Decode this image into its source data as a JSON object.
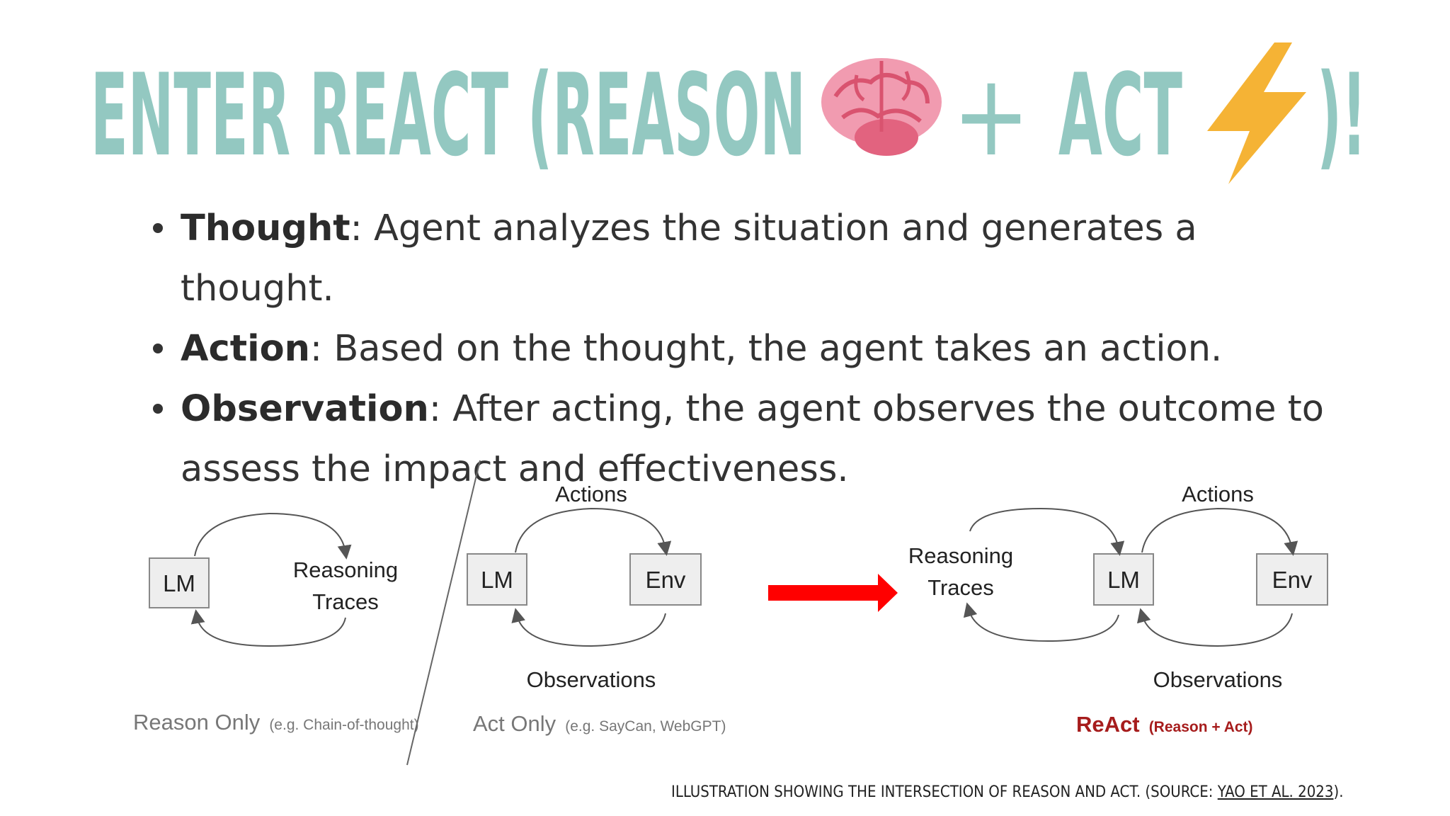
{
  "title": {
    "part1": "ENTER REACT (REASON",
    "plus": "+",
    "part2": "ACT",
    "close": ")!",
    "brain_icon": "brain-icon",
    "lightning_icon": "lightning-icon",
    "colors": {
      "title": "#93c8c1",
      "lightning": "#f5b335",
      "brain": "#f19bb0"
    }
  },
  "bullets": [
    {
      "term": "Thought",
      "text": ": Agent analyzes the situation and generates a thought."
    },
    {
      "term": "Action",
      "text": ": Based on the thought, the agent takes an action."
    },
    {
      "term": "Observation",
      "text": ": After acting, the agent observes the outcome to assess the impact and effectiveness."
    }
  ],
  "diagram": {
    "reason_only": {
      "lm": "LM",
      "reasoning_line1": "Reasoning",
      "reasoning_line2": "Traces",
      "caption_main": "Reason Only",
      "caption_sub": "(e.g. Chain-of-thought)"
    },
    "act_only": {
      "lm": "LM",
      "env": "Env",
      "actions": "Actions",
      "observations": "Observations",
      "caption_main": "Act Only",
      "caption_sub_prefix": "(e.g. SayCan, ",
      "caption_sub_link": "WebGPT",
      "caption_sub_suffix": ")"
    },
    "react": {
      "lm": "LM",
      "env": "Env",
      "actions": "Actions",
      "observations": "Observations",
      "reasoning_line1": "Reasoning",
      "reasoning_line2": "Traces",
      "caption_main": "ReAct",
      "caption_sub": "(Reason + Act)"
    },
    "arrow_color": "#ff0000"
  },
  "caption": {
    "prefix": "ILLUSTRATION SHOWING THE INTERSECTION OF REASON AND ACT. (SOURCE: ",
    "link": "YAO ET AL. 2023",
    "suffix": ")."
  }
}
